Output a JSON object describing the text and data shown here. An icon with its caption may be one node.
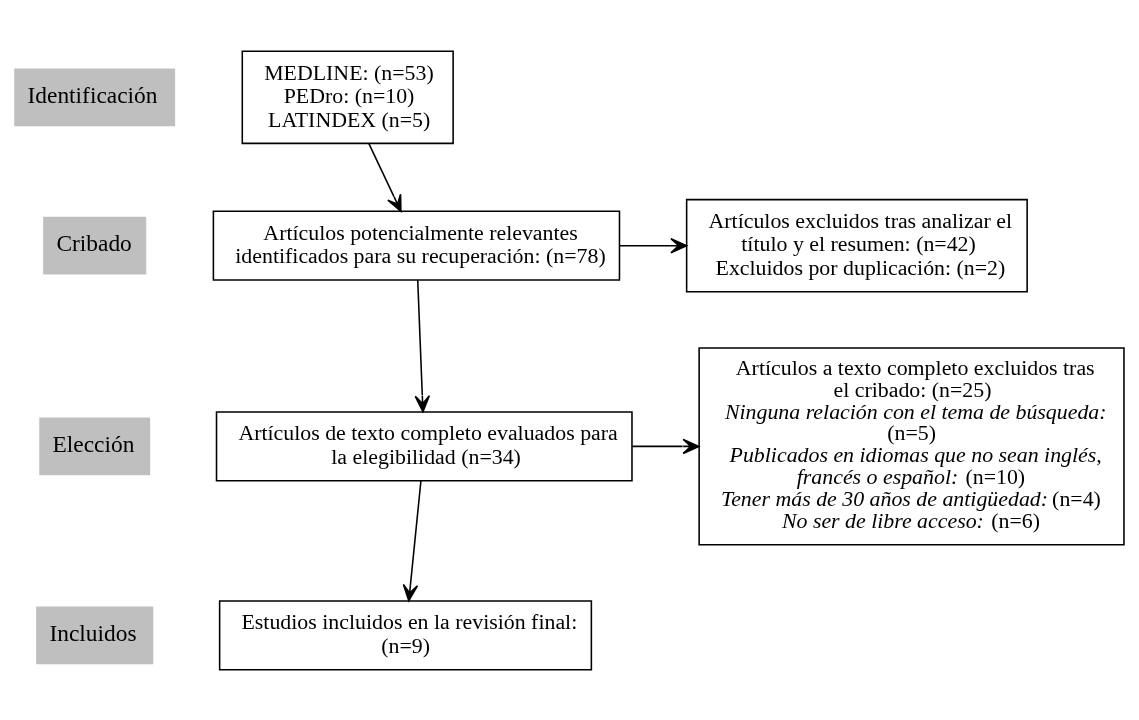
{
  "diagram": {
    "nodes": [
      {
        "text": [
          "Identificación"
        ]
      },
      {
        "text": [
          "MEDLINE: (n=53)",
          "PEDro: (n=10)",
          "LATINDEX (n=5)"
        ]
      },
      {
        "text": [
          "Cribado"
        ]
      },
      {
        "text": [
          "Artículos potencialmente relevantes identificados para su recuperación: (n=78)"
        ]
      },
      {
        "text": [
          "Artículos excluidos tras analizar el título y el resumen: (n=42)",
          "Excluidos por duplicación: (n=2)"
        ]
      },
      {
        "text": [
          "Elección"
        ]
      },
      {
        "text": [
          "Artículos de texto completo evaluados para la elegibilidad (n=34)"
        ]
      },
      {
        "text": [
          "Artículos a texto completo excluidos tras el cribado: (n=25)",
          "*Ninguna relación con el tema de  búsqueda:* (n=5)",
          "*Publicados en idiomas que no sean inglés, francés o español:* (n=10)",
          "*Tener más de 30 años de antigüedad:* (n=4)",
          "*No ser de libre acceso:* (n=6)"
        ]
      },
      {
        "text": [
          "Incluidos"
        ]
      },
      {
        "text": [
          "Estudios incluidos en la revisión final: (n=9)"
        ]
      }
    ],
    "edges": [
      {
        "from": 1,
        "to": 3,
        "arrow": "to"
      },
      {
        "from": 3,
        "to": 4,
        "arrow": "to"
      },
      {
        "from": 3,
        "to": 6,
        "arrow": "to"
      },
      {
        "from": 6,
        "to": 7,
        "arrow": "to"
      },
      {
        "from": 6,
        "to": 9,
        "arrow": "to"
      }
    ]
  }
}
